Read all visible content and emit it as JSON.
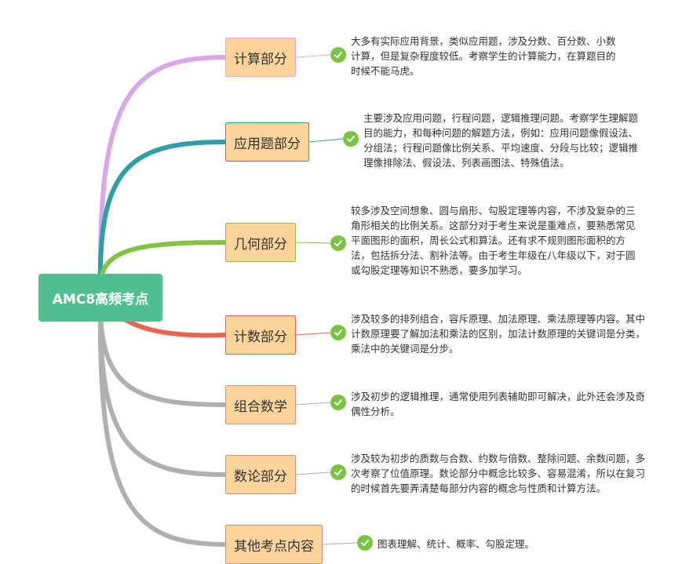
{
  "root": {
    "label": "AMC8高频考点",
    "color": "#4fc08d"
  },
  "topics": [
    {
      "label": "计算部分",
      "branch_color": "#d8a8e8",
      "note": "大多有实际应用背景，类似应用题，涉及分数、百分数、小数计算，但是复杂程度较低。考察学生的计算能力，在算题目的时候不能马虎。"
    },
    {
      "label": "应用题部分",
      "branch_color": "#2e9ea8",
      "note": "主要涉及应用问题，行程问题，逻辑推理问题。考察学生理解题目的能力，和每种问题的解题方法，例如：应用问题像假设法、分组法；行程问题像比例关系、平均速度、分段与比较；逻辑推理像排除法、假设法、列表画图法、特殊值法。"
    },
    {
      "label": "几何部分",
      "branch_color": "#82c341",
      "note": "较多涉及空间想象、圆与扇形、勾股定理等内容，不涉及复杂的三角形相关的比例关系。这部分对于考生来说是重难点，要熟悉常见平面图形的面积，周长公式和算法。还有求不规则图形面积的方法，包括拆分法、割补法等。由于考生年级在八年级以下，对于圆或勾股定理等知识不熟悉，要多加学习。"
    },
    {
      "label": "计数部分",
      "branch_color": "#e86450",
      "note": "涉及较多的排列组合，容斥原理、加法原理、乘法原理等内容。其中计数原理要了解加法和乘法的区别，加法计数原理的关键词是分类，乘法中的关键词是分步。"
    },
    {
      "label": "组合数学",
      "branch_color": "#b0b0b0",
      "note": "涉及初步的逻辑推理，通常使用列表辅助即可解决，此外还会涉及奇偶性分析。"
    },
    {
      "label": "数论部分",
      "branch_color": "#b0b0b0",
      "note": "涉及较为初步的质数与合数、约数与倍数、整除问题、余数问题，多次考察了位值原理。数论部分中概念比较多、容易混淆，所以在复习的时候首先要弄清楚每部分内容的概念与性质和计算方法。"
    },
    {
      "label": "其他考点内容",
      "branch_color": "#b0b0b0",
      "note": "图表理解、统计、概率、勾股定理。"
    }
  ],
  "icons": {
    "note_marker": "check-circle-icon",
    "marker_color": "#7cc243"
  }
}
